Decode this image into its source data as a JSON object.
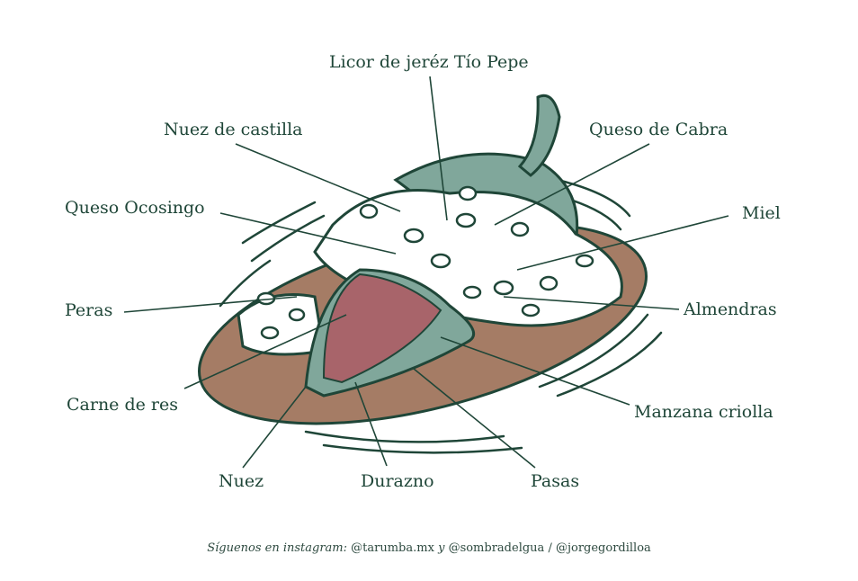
{
  "labels": {
    "licor": "Licor de jeréz Tío Pepe",
    "nuez_castilla": "Nuez de castilla",
    "queso_cabra": "Queso de Cabra",
    "queso_ocosingo": "Queso Ocosingo",
    "miel": "Miel",
    "peras": "Peras",
    "almendras": "Almendras",
    "carne": "Carne de res",
    "manzana": "Manzana criolla",
    "nuez": "Nuez",
    "durazno": "Durazno",
    "pasas": "Pasas"
  },
  "footer": {
    "prefix": "Síguenos en instagram:",
    "handle1": "@tarumba.mx",
    "connector": "y",
    "handle2": "@sombradelgua",
    "separator": "/",
    "handle3": "@jorgegordilloa"
  },
  "colors": {
    "ink": "#1f4638",
    "plate": "#a57c65",
    "chile": "#80a79b",
    "meat": "#a8646a"
  }
}
